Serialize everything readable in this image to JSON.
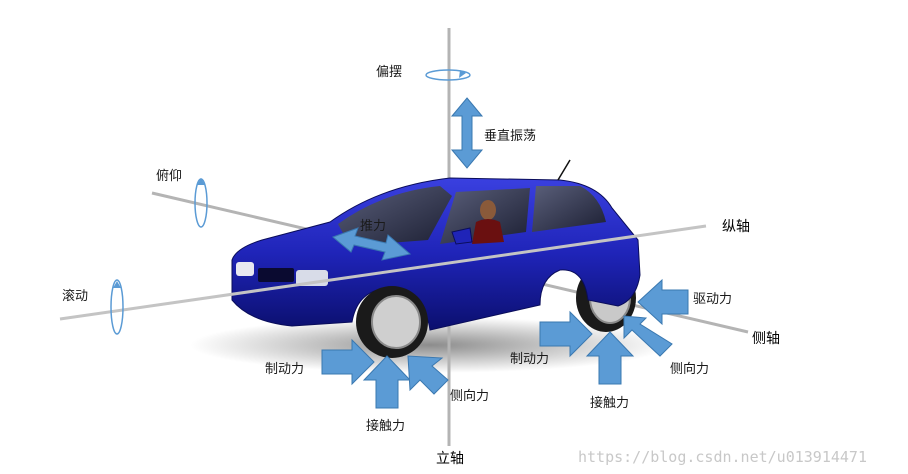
{
  "axes": {
    "vertical": "立轴",
    "longitudinal": "纵轴",
    "lateral": "侧轴"
  },
  "motions": {
    "yaw": "偏摆",
    "pitch": "俯仰",
    "roll": "滚动",
    "heave": "垂直振荡"
  },
  "forces": {
    "thrust": "推力",
    "brake_front": "制动力",
    "lateral_front": "侧向力",
    "contact_front": "接触力",
    "brake_rear": "制动力",
    "lateral_rear": "侧向力",
    "contact_rear": "接触力",
    "drive": "驱动力"
  },
  "watermark": "https://blog.csdn.net/u013914471",
  "colors": {
    "axis": "#b4b4b4",
    "arrow": "#5b9bd5",
    "car_body": "#1f24b8",
    "text": "#1a1a1a"
  }
}
